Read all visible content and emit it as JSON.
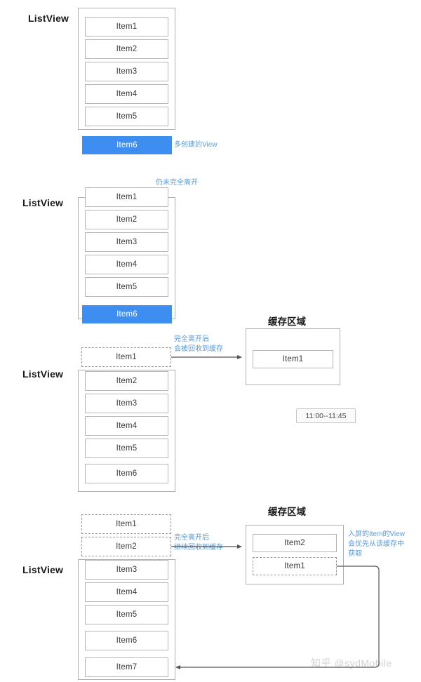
{
  "diagram": {
    "title_watermark": "知乎 @sydMobile",
    "colors": {
      "highlight_blue": "#3d8ef0",
      "note_blue": "#5b9bd5",
      "border_gray": "#b0b0b0",
      "dashed_gray": "#9a9a9a"
    },
    "timestamp_badge": "11:00--11:45"
  },
  "stage1": {
    "listview_label": "ListView",
    "items": [
      "Item1",
      "Item2",
      "Item3",
      "Item4",
      "Item5"
    ],
    "extra_item": "Item6",
    "note": "多创建的View"
  },
  "stage2": {
    "listview_label": "ListView",
    "items": [
      "Item1",
      "Item2",
      "Item3",
      "Item4",
      "Item5"
    ],
    "highlight_item": "Item6",
    "note": "仍未完全离开"
  },
  "stage3": {
    "listview_label": "ListView",
    "recycled_items": [
      "Item1"
    ],
    "items": [
      "Item2",
      "Item3",
      "Item4",
      "Item5",
      "Item6"
    ],
    "arrow_note": "完全离开后\n会被回收到缓存",
    "cache_title": "缓存区域",
    "cache_items": [
      {
        "label": "Item1",
        "style": "solid"
      }
    ]
  },
  "stage4": {
    "listview_label": "ListView",
    "recycled_items": [
      "Item1",
      "Item2"
    ],
    "items": [
      "Item3",
      "Item4",
      "Item5",
      "Item6",
      "Item7"
    ],
    "arrow_note": "完全离开后\n继续回收到缓存",
    "cache_title": "缓存区域",
    "cache_items": [
      {
        "label": "Item2",
        "style": "solid"
      },
      {
        "label": "Item1",
        "style": "dashed"
      }
    ],
    "reuse_note": "入屏的Item的View\n会优先从该缓存中\n获取"
  }
}
